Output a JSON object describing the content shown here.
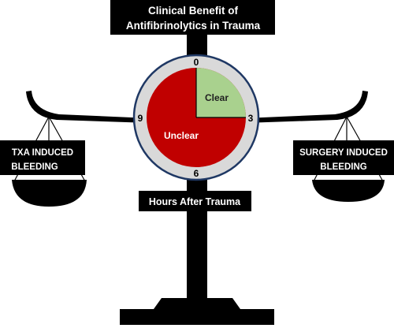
{
  "title": {
    "line1": "Clinical Benefit of",
    "line2": "Antifibrinolytics in Trauma"
  },
  "clock": {
    "tick_top": "0",
    "tick_right": "3",
    "tick_bottom": "6",
    "tick_left": "9",
    "clear_label": "Clear",
    "unclear_label": "Unclear",
    "clear_color": "#a9d18e",
    "unclear_color": "#c00000"
  },
  "left_pan": {
    "line1": "TXA INDUCED",
    "line2": "BLEEDING"
  },
  "right_pan": {
    "line1": "SURGERY INDUCED",
    "line2": "BLEEDING"
  },
  "axis_label": "Hours After Trauma",
  "colors": {
    "ink": "#000000",
    "label_text": "#ffffff",
    "clock_ring": "#d9d9d9",
    "clock_outline": "#1f3864"
  }
}
